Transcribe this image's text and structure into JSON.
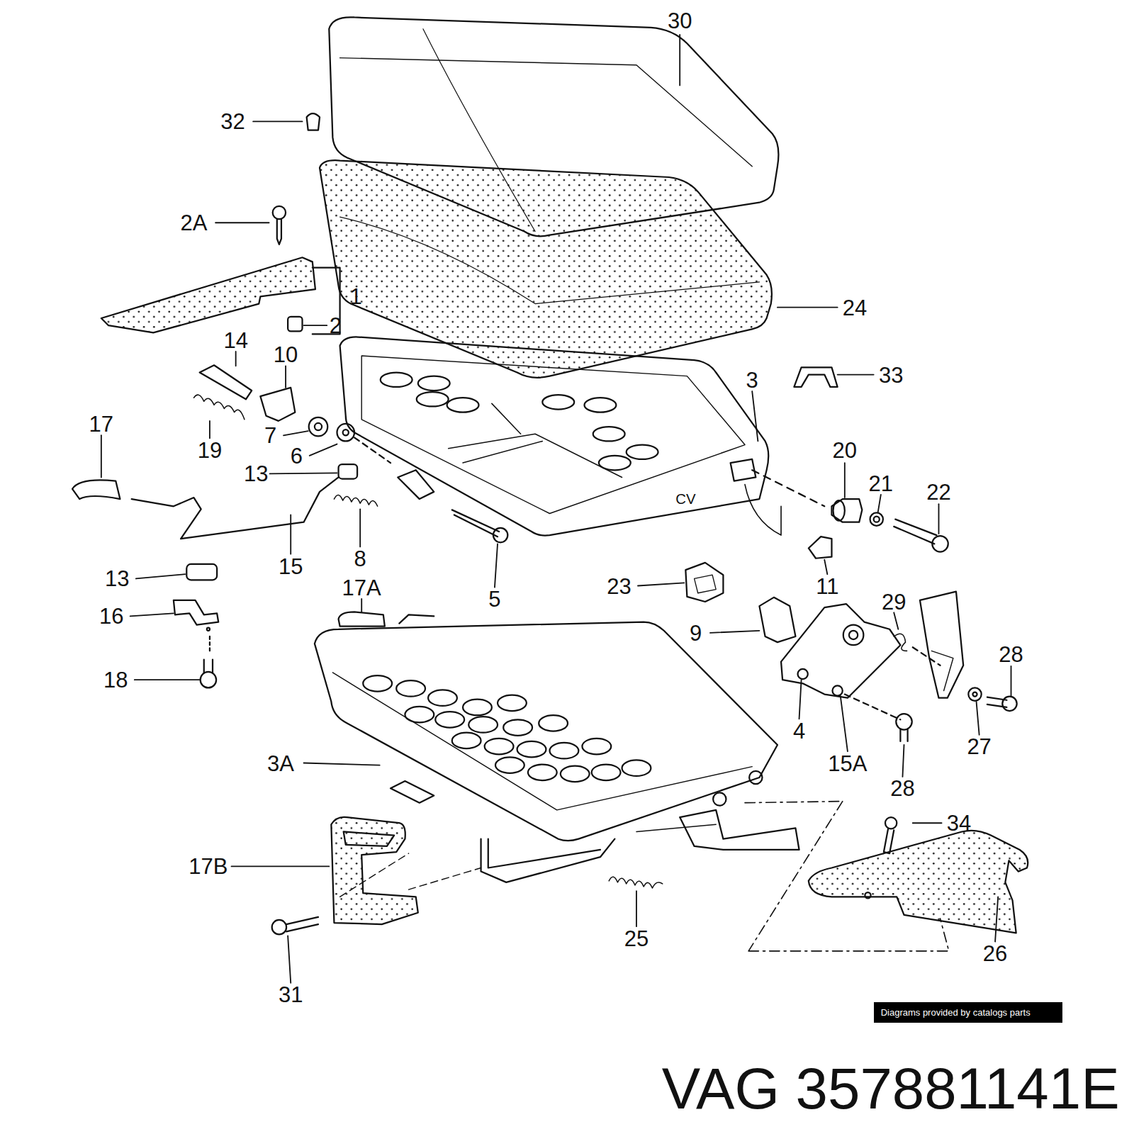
{
  "diagram": {
    "nodes": [
      {
        "text": [
          "Diagrams provided by catalogs parts"
        ]
      }
    ],
    "labels": [
      "30",
      "32",
      "2A",
      "1",
      "2",
      "24",
      "14",
      "10",
      "33",
      "3",
      "17",
      "7",
      "19",
      "6",
      "20",
      "21",
      "22",
      "13",
      "CV",
      "8",
      "5",
      "15",
      "13",
      "23",
      "11",
      "17A",
      "29",
      "16",
      "9",
      "28",
      "18",
      "4",
      "3A",
      "27",
      "15A",
      "28",
      "34",
      "17B",
      "25",
      "26",
      "31",
      "VAG 357881141E"
    ]
  }
}
